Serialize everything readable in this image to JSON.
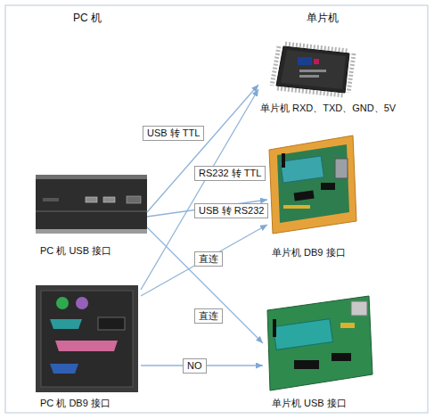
{
  "diagram": {
    "nodes": [
      {
        "text": [
          "单片机 RXD、TXD、GND、5V"
        ]
      },
      {
        "text": [
          "PC 机 USB 接口"
        ]
      },
      {
        "text": [
          "单片机 DB9 接口"
        ]
      },
      {
        "text": [
          "PC 机 DB9 接口"
        ]
      },
      {
        "text": [
          "单片机 USB 接口"
        ]
      }
    ],
    "edges": [
      {
        "from": 1,
        "to": 0,
        "arrow": "to",
        "label": "USB 转 TTL"
      },
      {
        "from": 3,
        "to": 0,
        "arrow": "to",
        "label": "RS232 转 TTL"
      },
      {
        "from": 1,
        "to": 2,
        "arrow": "to",
        "label": "USB 转 RS232"
      },
      {
        "from": 3,
        "to": 2,
        "arrow": "to",
        "label": "直连"
      },
      {
        "from": 1,
        "to": 4,
        "arrow": "to",
        "label": "直连"
      },
      {
        "from": 3,
        "to": 4,
        "arrow": "to",
        "label": "NO"
      }
    ],
    "labels": [
      "PC 机",
      "单片机"
    ]
  }
}
